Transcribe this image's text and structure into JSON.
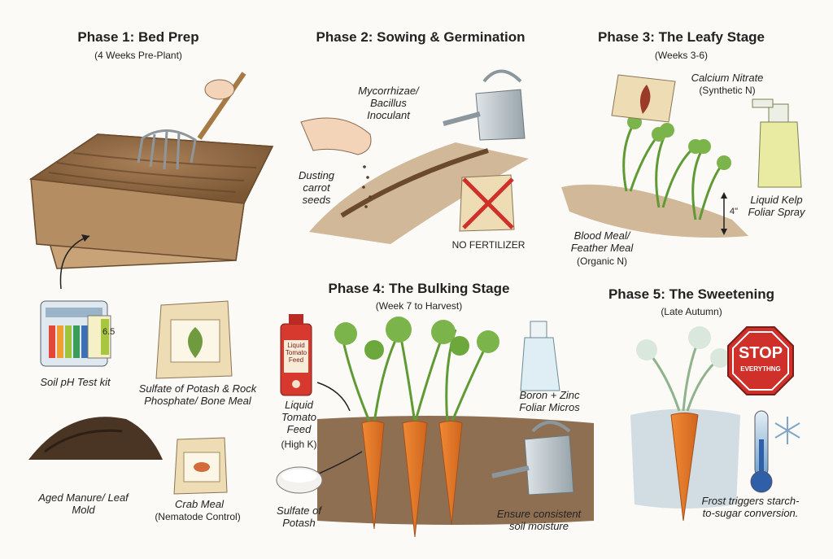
{
  "phase1": {
    "title": "Phase 1: Bed Prep",
    "subtitle": "(4 Weeks Pre-Plant)",
    "labels": {
      "ph_kit": "Soil pH Test kit",
      "ph_value": "6.5",
      "potash": "Sulfate of Potash & Rock Phosphate/ Bone Meal",
      "manure": "Aged Manure/ Leaf Mold",
      "crab": "Crab Meal",
      "crab_note": "(Nematode Control)"
    }
  },
  "phase2": {
    "title": "Phase 2: Sowing & Germination",
    "labels": {
      "inoculant": "Mycorrhizae/ Bacillus Inoculant",
      "dusting": "Dusting carrot seeds",
      "no_fert": "NO FERTILIZER"
    }
  },
  "phase3": {
    "title": "Phase 3: The Leafy Stage",
    "subtitle": "(Weeks 3-6)",
    "labels": {
      "calcium": "Calcium Nitrate",
      "calcium_note": "(Synthetic N)",
      "kelp": "Liquid Kelp Foliar Spray",
      "height": "4\"",
      "blood": "Blood Meal/ Feather Meal",
      "blood_note": "(Organic N)"
    }
  },
  "phase4": {
    "title": "Phase 4: The Bulking Stage",
    "subtitle": "(Week 7 to Harvest)",
    "labels": {
      "tomato_bottle": "Liquid Tomato Feed",
      "tomato": "Liquid Tomato Feed",
      "tomato_note": "(High K)",
      "sulfate": "Sulfate of Potash",
      "boron": "Boron + Zinc Foliar Micros",
      "moisture": "Ensure consistent soil moisture"
    }
  },
  "phase5": {
    "title": "Phase 5: The Sweetening",
    "subtitle": "(Late Autumn)",
    "labels": {
      "stop": "STOP",
      "everything": "EVERYTHNG",
      "frost": "Frost triggers starch-to-sugar conversion."
    }
  },
  "colors": {
    "soil": "#8a6440",
    "carrot": "#e5792a",
    "leaf": "#5f9a35",
    "stop_red": "#d0302a",
    "metal": "#b9c3c9"
  }
}
